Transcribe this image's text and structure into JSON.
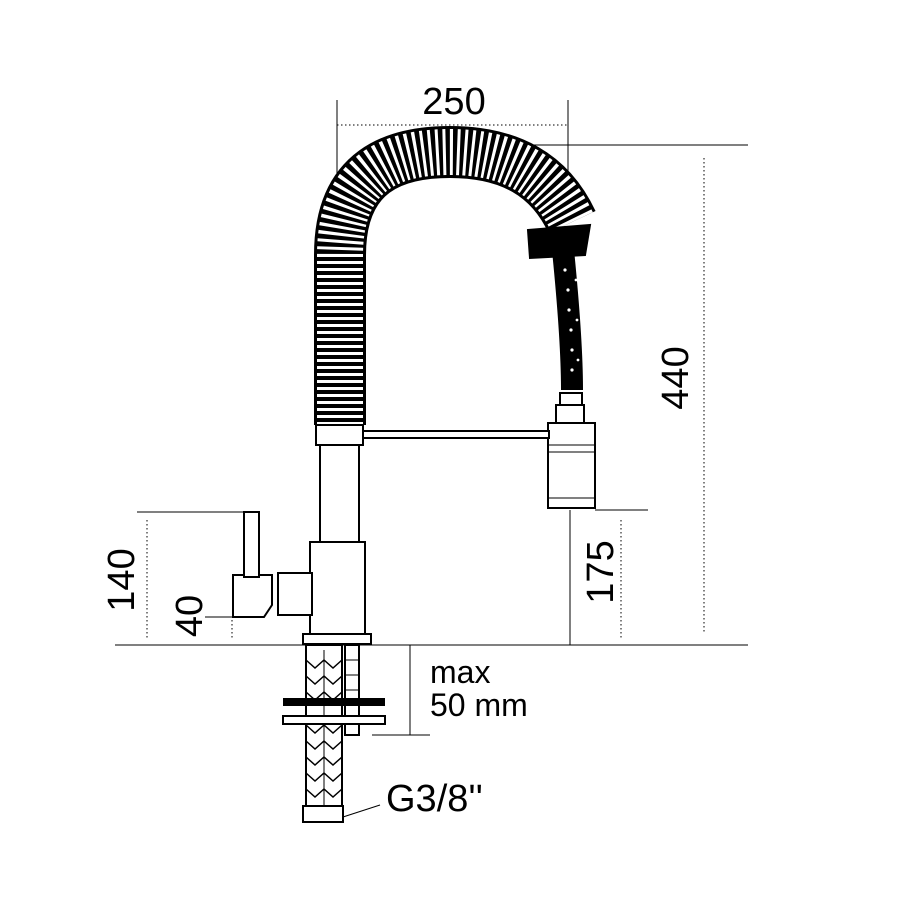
{
  "drawing": {
    "dimensions": {
      "width": "250",
      "height_total": "440",
      "spout_clearance": "175",
      "lever_height": "140",
      "lever_offset": "40",
      "max_thickness_line1": "max",
      "max_thickness_line2": "50 mm",
      "connection": "G3/8''"
    },
    "colors": {
      "line": "#000000",
      "background": "#ffffff"
    }
  }
}
